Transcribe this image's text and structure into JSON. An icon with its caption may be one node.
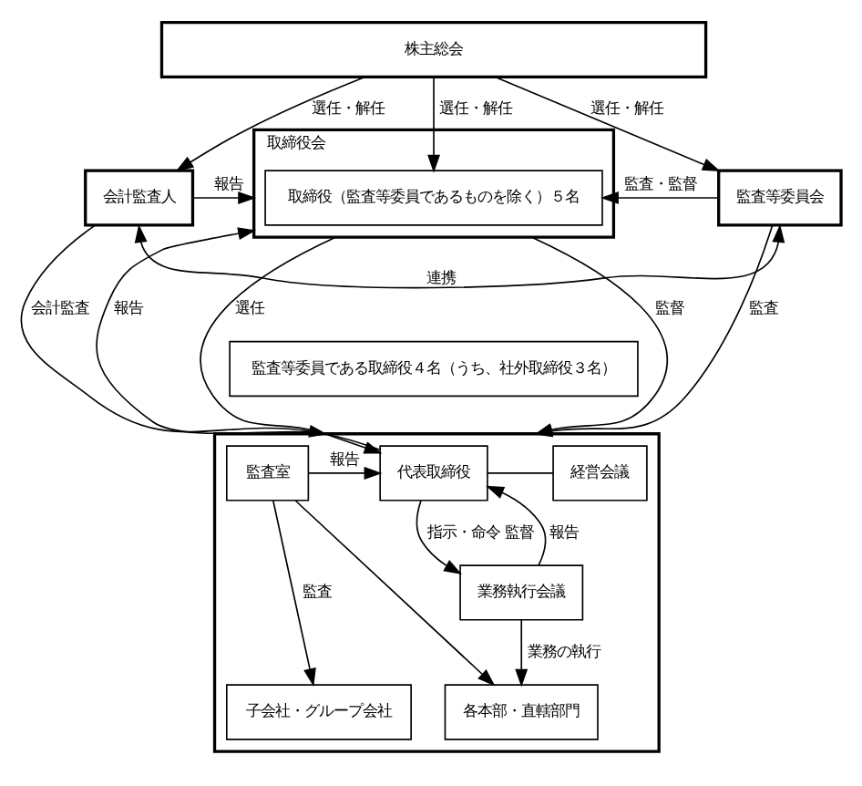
{
  "diagram": {
    "nodes": [
      {
        "text": [
          "株主総会"
        ]
      },
      {
        "text": [
          "会計監査人"
        ]
      },
      {
        "text": [
          "取締役会"
        ]
      },
      {
        "text": [
          "取締役（監査等委員であるものを除く）５名"
        ],
        "in": 2
      },
      {
        "text": [
          "監査等委員である取締役４名（うち、社外取締役３名）"
        ]
      },
      {
        "text": [
          "監査等委員会"
        ]
      },
      {
        "text": [],
        "shape": "box"
      },
      {
        "text": [
          "代表取締役"
        ],
        "in": 6
      },
      {
        "text": [
          "監査室"
        ],
        "in": 6
      },
      {
        "text": [
          "経営会議"
        ],
        "in": 6
      },
      {
        "text": [
          "業務執行会議"
        ],
        "in": 6
      },
      {
        "text": [
          "子会社・グループ会社"
        ],
        "in": 6
      },
      {
        "text": [
          "各本部・直轄部門"
        ],
        "in": 6
      }
    ],
    "edges": [
      {
        "from": 0,
        "to": 1,
        "arrow": "to",
        "label": "選任・解任"
      },
      {
        "from": 0,
        "to": 3,
        "arrow": "to",
        "label": "選任・解任"
      },
      {
        "from": 0,
        "to": 5,
        "arrow": "to",
        "label": "選任・解任"
      },
      {
        "from": 1,
        "to": 2,
        "arrow": "to",
        "label": "報告"
      },
      {
        "from": 5,
        "to": 3,
        "arrow": "to",
        "label": "監査・監督"
      },
      {
        "from": 1,
        "to": 5,
        "arrow": "both",
        "label": "連携"
      },
      {
        "from": 1,
        "to": 6,
        "arrow": "to",
        "label": "会計監査"
      },
      {
        "from": 2,
        "to": 6,
        "arrow": "to",
        "label": "監督"
      },
      {
        "from": 7,
        "to": 2,
        "arrow": "to",
        "label": "報告"
      },
      {
        "from": 2,
        "to": 7,
        "arrow": "to",
        "label": "選任"
      },
      {
        "from": 5,
        "to": 6,
        "arrow": "to",
        "label": "監査"
      },
      {
        "from": 8,
        "to": 7,
        "arrow": "to",
        "label": "報告"
      },
      {
        "from": 7,
        "to": 9,
        "arrow": "none"
      },
      {
        "from": 7,
        "to": 10,
        "arrow": "to",
        "label": "指示・命令 監督"
      },
      {
        "from": 10,
        "to": 7,
        "arrow": "to",
        "label": "報告"
      },
      {
        "from": 8,
        "to": 11,
        "arrow": "to",
        "label": "監査"
      },
      {
        "from": 8,
        "to": 12,
        "arrow": "to"
      },
      {
        "from": 10,
        "to": 12,
        "arrow": "to",
        "label": "業務の執行"
      }
    ]
  }
}
